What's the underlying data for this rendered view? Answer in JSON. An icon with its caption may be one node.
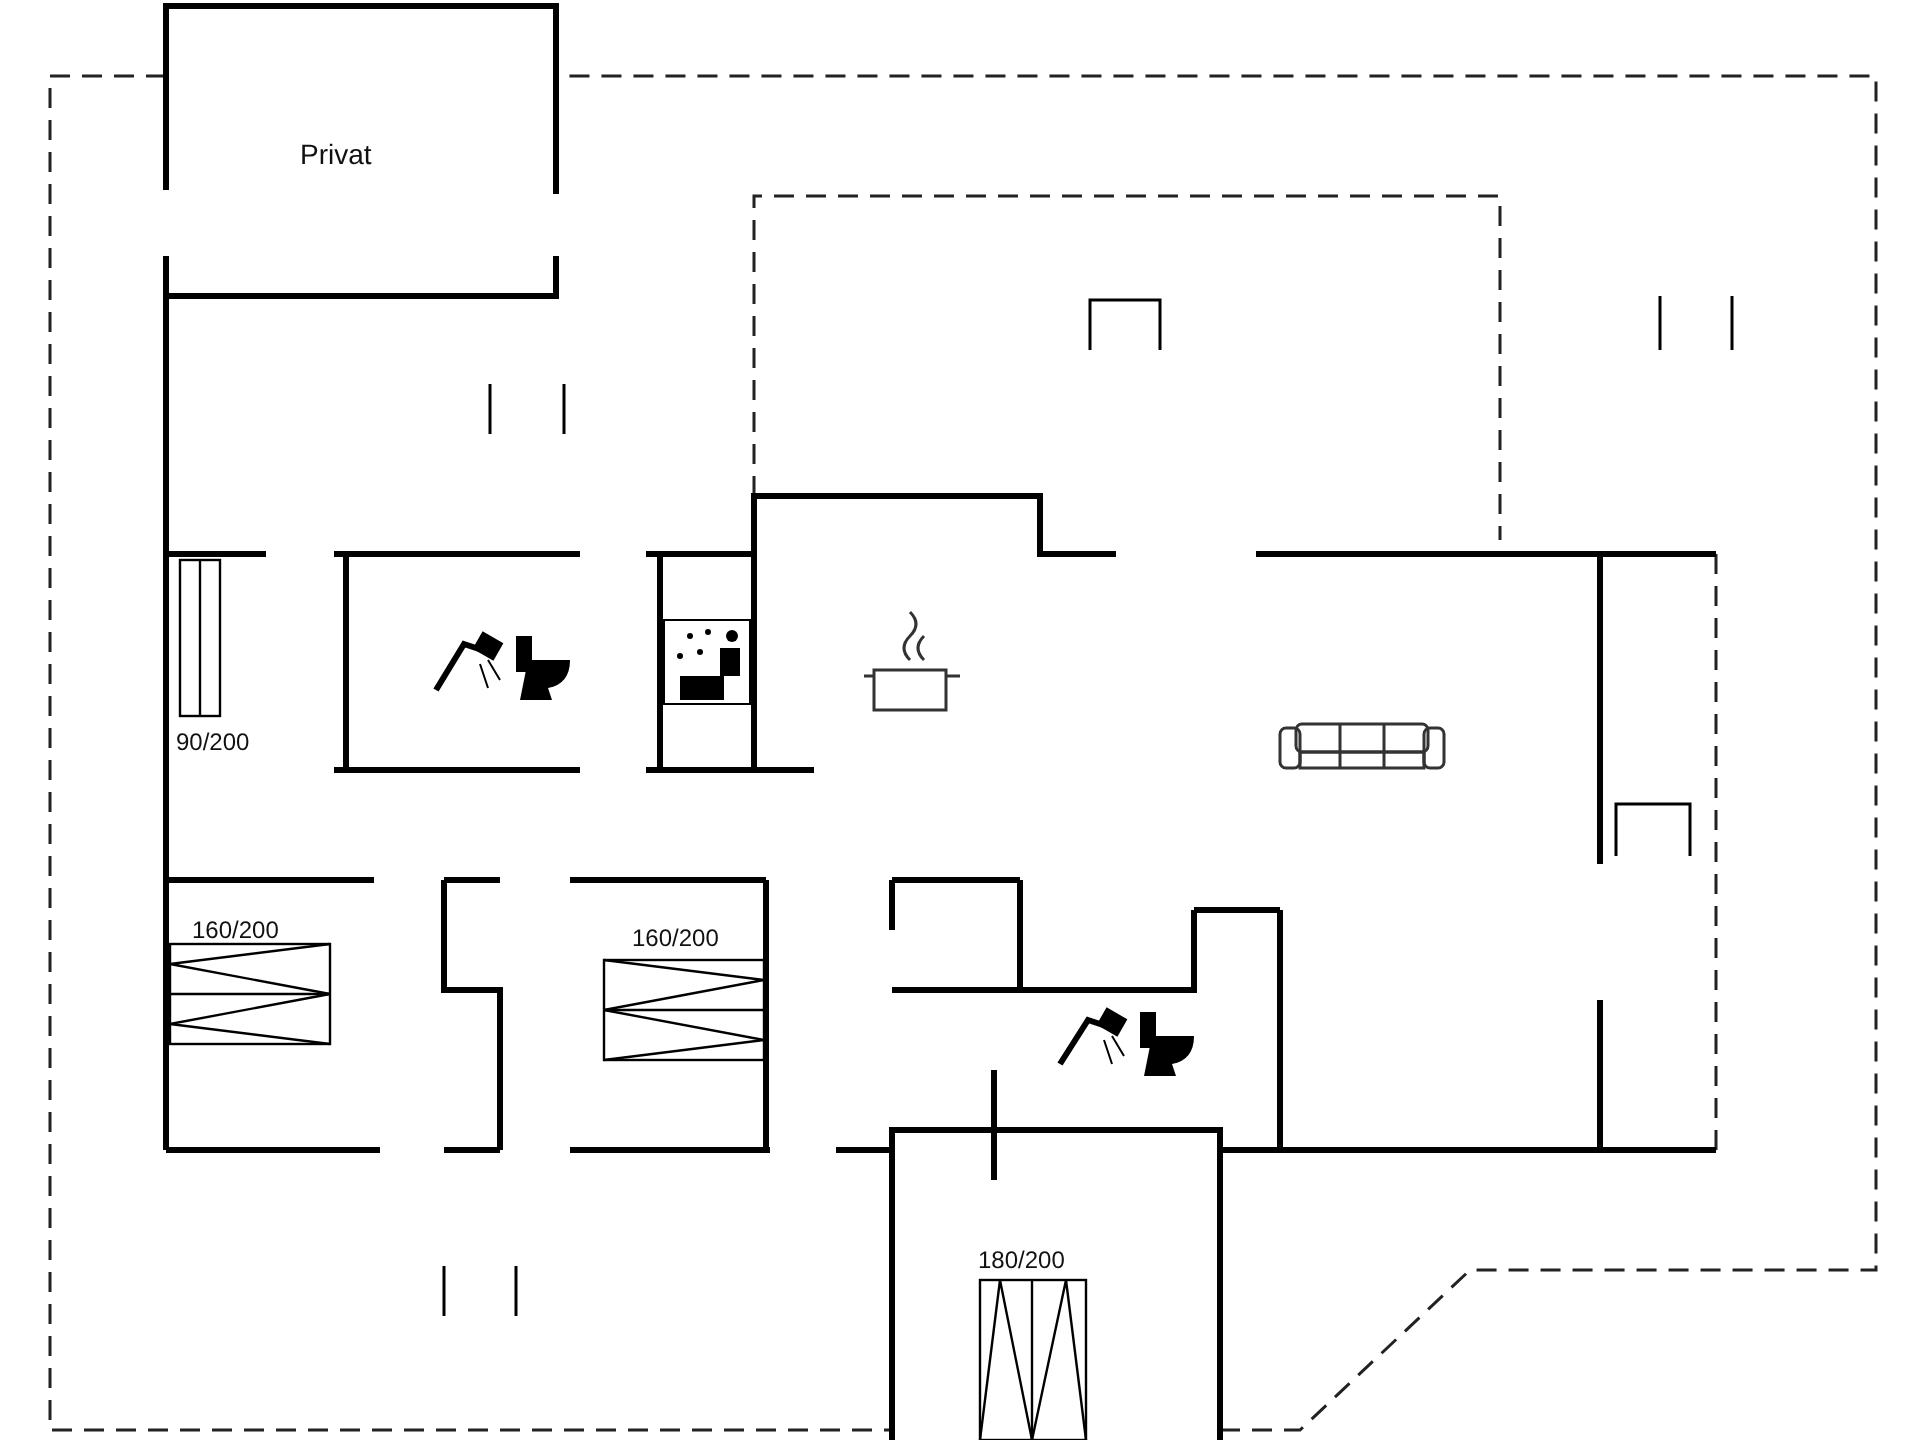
{
  "diagram": {
    "labels": [
      "Privat",
      "90/200",
      "160/200",
      "160/200",
      "180/200"
    ]
  }
}
